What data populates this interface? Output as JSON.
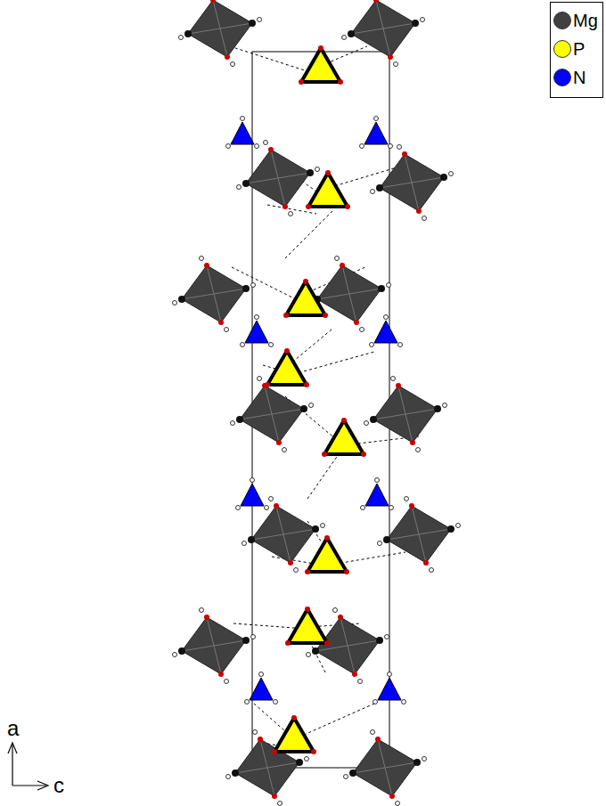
{
  "diagram": {
    "labels": [
      "a",
      "c"
    ],
    "legend": [
      {
        "text": "Mg",
        "color": "#404040"
      },
      {
        "text": "P",
        "color": "#ffff00"
      },
      {
        "text": "N",
        "color": "#0000ff"
      }
    ]
  }
}
